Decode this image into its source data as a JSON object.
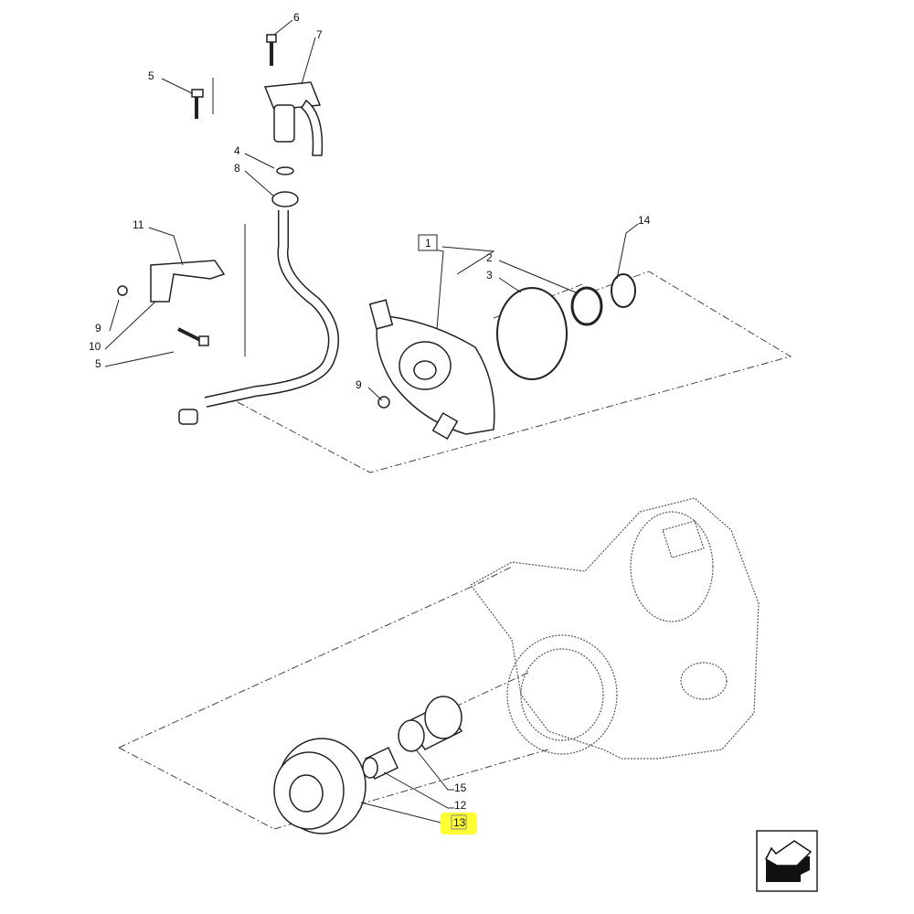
{
  "diagram": {
    "callouts": {
      "c6": "6",
      "c7": "7",
      "c5a": "5",
      "c4": "4",
      "c8": "8",
      "c11": "11",
      "c1": "1",
      "c2": "2",
      "c3": "3",
      "c14": "14",
      "c9a": "9",
      "c10": "10",
      "c5b": "5",
      "c9b": "9",
      "c15": "15",
      "c12": "12",
      "c13": "13"
    },
    "highlight_color": "#ffff33",
    "nav_icon": "previous-view-arrow-icon"
  }
}
